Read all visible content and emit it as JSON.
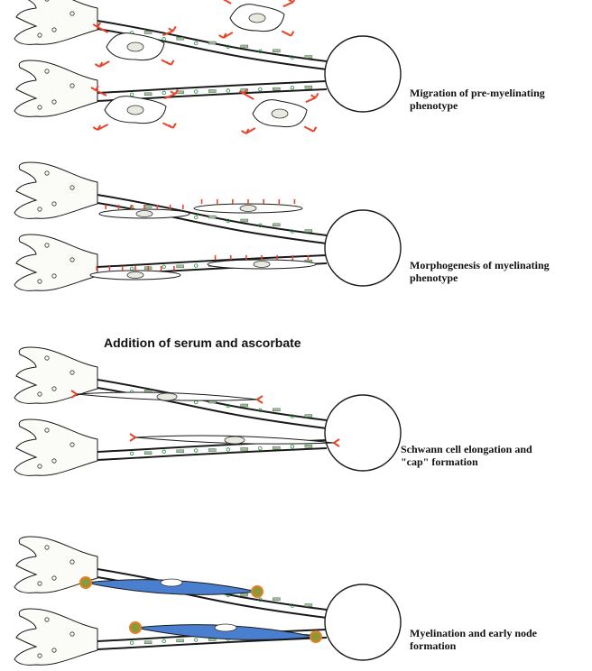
{
  "stages": [
    {
      "label": "Migration of pre-myelinating\nphenotype"
    },
    {
      "label": "Morphogenesis of myelinating\nphenotype"
    },
    {
      "label": "Schwann cell elongation and\n\"cap\" formation"
    },
    {
      "label": "Myelination and early node\nformation"
    }
  ],
  "separator": {
    "label": "Addition of serum and ascorbate"
  },
  "colors": {
    "outline": "#1a1a1a",
    "process_red": "#e8442a",
    "myelin_blue": "#4a7fd0",
    "node_green": "#8a9a3a",
    "node_orange": "#e67e22",
    "nucleus": "#e9eadf",
    "bead_green": "#1b8a3a"
  },
  "icons": [
    "neuron-soma",
    "axon",
    "dendrite-fork",
    "schwann-cell",
    "myelin-sheath",
    "node-cap"
  ]
}
